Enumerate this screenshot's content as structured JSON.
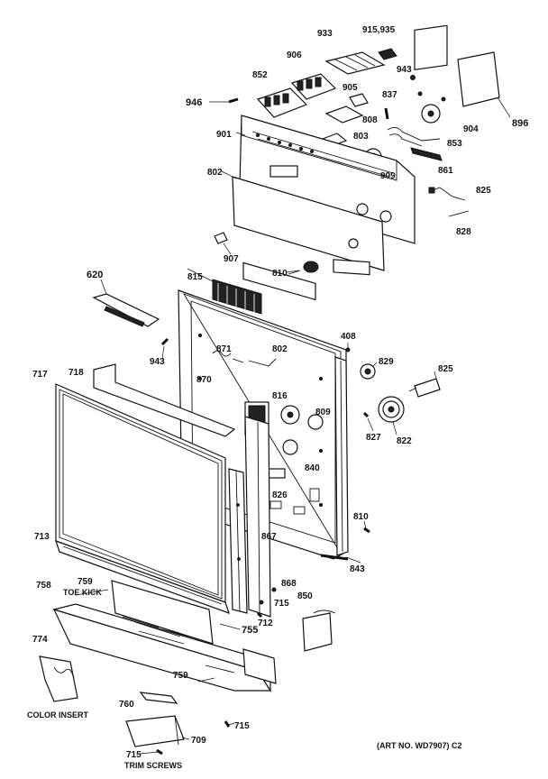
{
  "labels": {
    "p933": "933",
    "p915_935": "915,935",
    "p906": "906",
    "p852": "852",
    "p943_top": "943",
    "p946": "946",
    "p905": "905",
    "p837": "837",
    "p896": "896",
    "p808": "808",
    "p904": "904",
    "p901": "901",
    "p803": "803",
    "p853": "853",
    "p909": "909",
    "p861": "861",
    "p802": "802",
    "p825_top": "825",
    "p828": "828",
    "p907": "907",
    "p620": "620",
    "p815": "815",
    "p810_top": "810",
    "p408": "408",
    "p871": "871",
    "p802_mid": "802",
    "p943_mid": "943",
    "p717": "717",
    "p718": "718",
    "p870": "870",
    "p829": "829",
    "p825_mid": "825",
    "p816": "816",
    "p809": "809",
    "p827": "827",
    "p822": "822",
    "p840": "840",
    "p826": "826",
    "p713": "713",
    "p867": "867",
    "p810_low": "810",
    "p843": "843",
    "p759_a": "759",
    "p758": "758",
    "p868": "868",
    "p715_a": "715",
    "p850": "850",
    "p712": "712",
    "p755": "755",
    "p774": "774",
    "p759_b": "759",
    "p760": "760",
    "p715_b": "715",
    "p709": "709",
    "p715_c": "715"
  },
  "captions": {
    "toe_kick": "TOE KICK",
    "color_insert": "COLOR INSERT",
    "trim_screws": "TRIM SCREWS",
    "art_no": "(ART NO. WD7907) C2"
  }
}
